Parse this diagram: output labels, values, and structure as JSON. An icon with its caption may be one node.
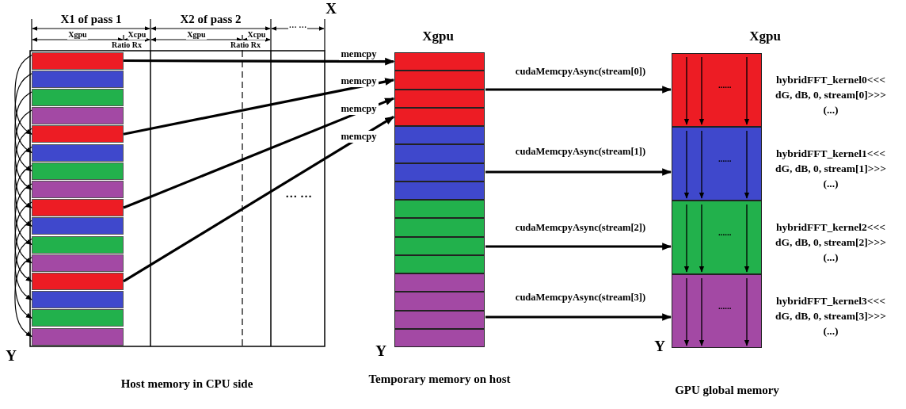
{
  "diagram": {
    "nodes": [
      {
        "text": [],
        "shape": "bar"
      },
      {
        "text": [],
        "shape": "bar"
      },
      {
        "text": [],
        "shape": "bar"
      },
      {
        "text": [],
        "shape": "bar"
      },
      {
        "text": [],
        "shape": "bar"
      },
      {
        "text": [],
        "shape": "bar"
      },
      {
        "text": [],
        "shape": "bar"
      },
      {
        "text": [],
        "shape": "bar"
      },
      {
        "text": [],
        "shape": "bar"
      },
      {
        "text": [],
        "shape": "bar"
      },
      {
        "text": [],
        "shape": "bar"
      },
      {
        "text": [],
        "shape": "bar"
      },
      {
        "text": [],
        "shape": "bar"
      },
      {
        "text": [],
        "shape": "bar"
      },
      {
        "text": [],
        "shape": "bar"
      },
      {
        "text": [],
        "shape": "bar"
      },
      {
        "text": [],
        "shape": "bar"
      },
      {
        "text": [],
        "shape": "bar"
      },
      {
        "text": [],
        "shape": "bar"
      },
      {
        "text": [],
        "shape": "bar"
      },
      {
        "text": [],
        "shape": "bar"
      },
      {
        "text": [],
        "shape": "bar"
      },
      {
        "text": [],
        "shape": "bar"
      },
      {
        "text": [],
        "shape": "bar"
      },
      {
        "text": [],
        "shape": "bar"
      },
      {
        "text": [],
        "shape": "bar"
      },
      {
        "text": [],
        "shape": "bar"
      },
      {
        "text": [],
        "shape": "bar"
      },
      {
        "text": [],
        "shape": "bar"
      },
      {
        "text": [],
        "shape": "bar"
      },
      {
        "text": [],
        "shape": "bar"
      },
      {
        "text": [],
        "shape": "bar"
      },
      {
        "text": [
          "......"
        ],
        "beside": [
          "hybridFFT_kernel0<<< dG, dB, 0, stream[0]>>> (...)"
        ]
      },
      {
        "text": [
          "......"
        ],
        "beside": [
          "hybridFFT_kernel1<<< dG, dB, 0, stream[1]>>> (...)"
        ]
      },
      {
        "text": [
          "......"
        ],
        "beside": [
          "hybridFFT_kernel2<<< dG, dB, 0, stream[2]>>> (...)"
        ]
      },
      {
        "text": [
          "......"
        ],
        "beside": [
          "hybridFFT_kernel3<<< dG, dB, 0, stream[3]>>> (...)"
        ]
      }
    ],
    "edges": [
      {
        "from": 0,
        "to": 4,
        "arrow": "to"
      },
      {
        "from": 1,
        "to": 5,
        "arrow": "to"
      },
      {
        "from": 2,
        "to": 6,
        "arrow": "to"
      },
      {
        "from": 3,
        "to": 7,
        "arrow": "to"
      },
      {
        "from": 4,
        "to": 8,
        "arrow": "to"
      },
      {
        "from": 5,
        "to": 9,
        "arrow": "to"
      },
      {
        "from": 6,
        "to": 10,
        "arrow": "to"
      },
      {
        "from": 7,
        "to": 11,
        "arrow": "to"
      },
      {
        "from": 8,
        "to": 12,
        "arrow": "to"
      },
      {
        "from": 9,
        "to": 13,
        "arrow": "to"
      },
      {
        "from": 10,
        "to": 14,
        "arrow": "to"
      },
      {
        "from": 11,
        "to": 15,
        "arrow": "to"
      },
      {
        "from": 0,
        "to": 16,
        "arrow": "to",
        "label": "memcpy",
        "style": "thick"
      },
      {
        "from": 4,
        "to": 17,
        "arrow": "to",
        "label": "memcpy",
        "style": "thick"
      },
      {
        "from": 8,
        "to": 18,
        "arrow": "to",
        "label": "memcpy",
        "style": "thick"
      },
      {
        "from": 12,
        "to": 19,
        "arrow": "to",
        "label": "memcpy",
        "style": "thick"
      },
      {
        "from": 17,
        "to": 32,
        "arrow": "to",
        "label": "cudaMemcpyAsync(stream[0])",
        "style": "thick"
      },
      {
        "from": 22,
        "to": 33,
        "arrow": "to",
        "label": "cudaMemcpyAsync(stream[1])",
        "style": "thick"
      },
      {
        "from": 26,
        "to": 34,
        "arrow": "to",
        "label": "cudaMemcpyAsync(stream[2])",
        "style": "thick"
      },
      {
        "from": 30,
        "to": 35,
        "arrow": "to",
        "label": "cudaMemcpyAsync(stream[3])",
        "style": "thick"
      }
    ],
    "labels": [
      "X1 of pass 1",
      "X2 of pass 2",
      "X",
      "Xgpu",
      "Xcpu",
      "Xgpu",
      "Xcpu",
      "… …",
      "Ratio Rx",
      "Ratio Rx",
      "Xgpu",
      "Xgpu",
      "… …",
      "Y",
      "Y",
      "Y",
      "Host memory in CPU side",
      "Temporary memory on host",
      "GPU global memory"
    ]
  }
}
